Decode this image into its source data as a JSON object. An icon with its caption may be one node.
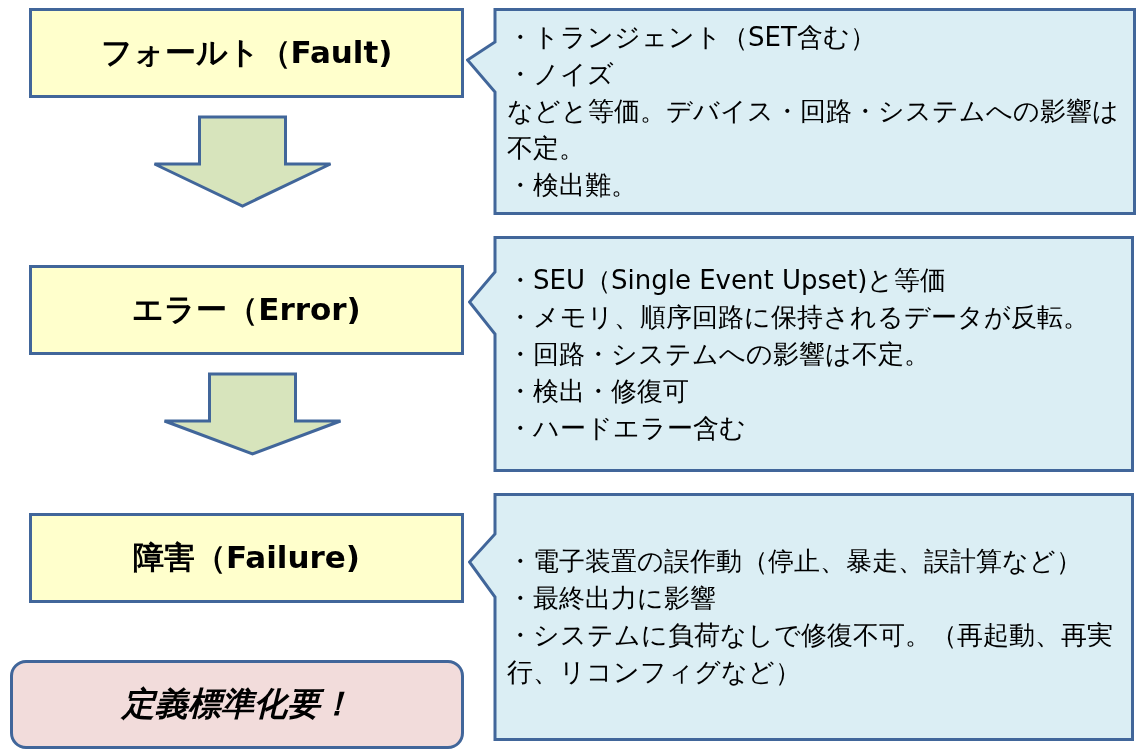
{
  "diagram": {
    "nodes": [
      {
        "text": [
          "フォールト（Fault)"
        ]
      },
      {
        "text": [
          "・トランジェント（SET含む）",
          "・ノイズ",
          "などと等価。デバイス・回路・システムへの影響は不定。",
          "・検出難。"
        ]
      },
      {
        "text": [
          "エラー（Error)"
        ]
      },
      {
        "text": [
          "・SEU（Single Event Upset)と等価",
          "・メモリ、順序回路に保持されるデータが反転。",
          "・回路・システムへの影響は不定。",
          "・検出・修復可",
          "・ハードエラー含む"
        ]
      },
      {
        "text": [
          "障害（Failure)"
        ]
      },
      {
        "text": [
          "・電子装置の誤作動（停止、暴走、誤計算など）",
          "・最終出力に影響",
          "・システムに負荷なしで修復不可。（再起動、再実行、リコンフィグなど）"
        ]
      },
      {
        "text": [
          "定義標準化要！"
        ]
      }
    ],
    "edges": [
      {
        "from": 0,
        "to": 2,
        "arrow": "to"
      },
      {
        "from": 2,
        "to": 4,
        "arrow": "to"
      }
    ]
  }
}
